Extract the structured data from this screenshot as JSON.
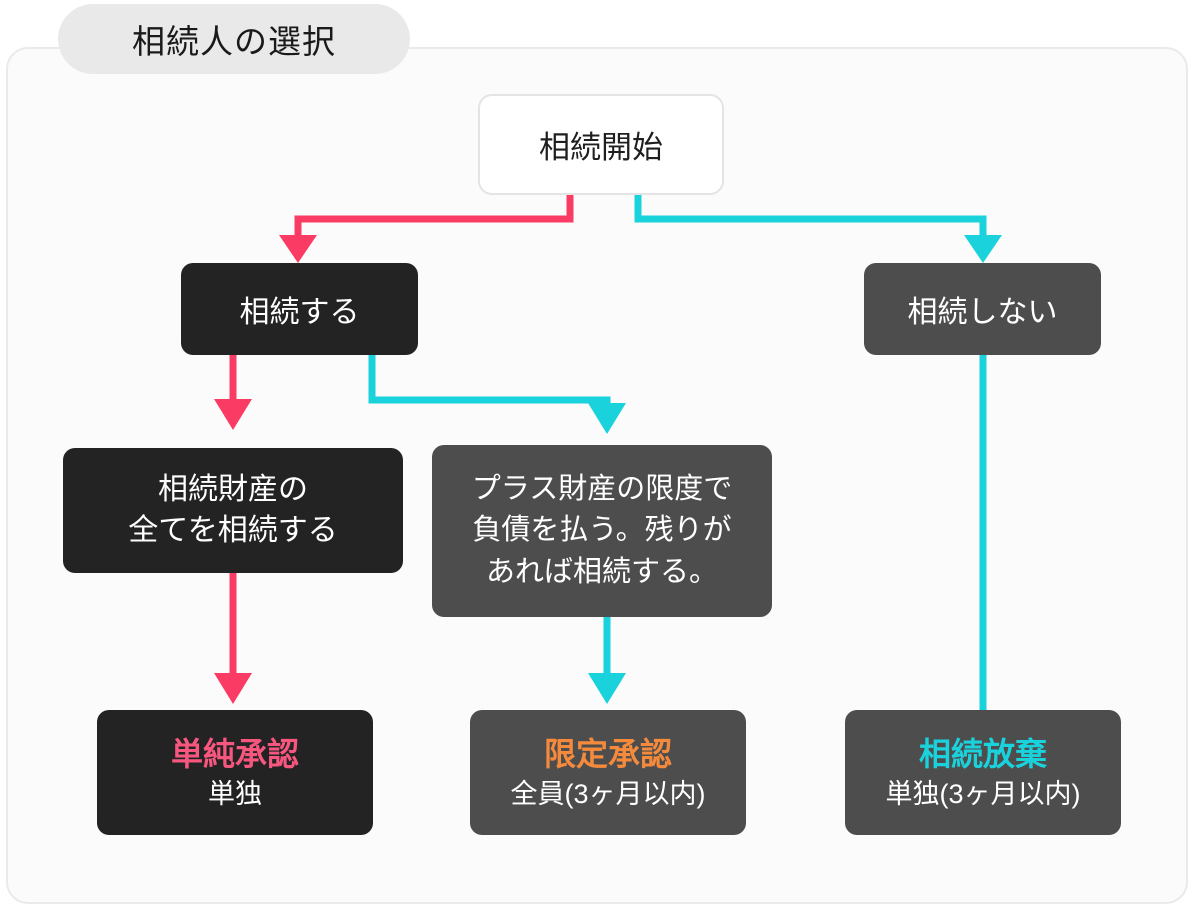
{
  "title": "相続人の選択",
  "colors": {
    "pink_line": "#fa3c64",
    "cyan_line": "#19d2dc",
    "pink_text": "#f7567f",
    "orange_text": "#f58a3c",
    "cyan_text": "#19d2dc",
    "dark_box": "#232323",
    "gray_box": "#4d4d4d",
    "frame_border": "#eaeaea",
    "pill_bg": "#e9e9e9"
  },
  "chart_data": {
    "type": "diagram",
    "title": "相続人の選択",
    "nodes": [
      {
        "id": "start",
        "label": "相続開始",
        "lines": [
          "相続開始"
        ],
        "style": "white",
        "row": 1
      },
      {
        "id": "accept",
        "label": "相続する",
        "lines": [
          "相続する"
        ],
        "style": "dark",
        "row": 2
      },
      {
        "id": "reject",
        "label": "相続しない",
        "lines": [
          "相続しない"
        ],
        "style": "gray",
        "row": 2
      },
      {
        "id": "all",
        "label": "相続財産の全てを相続する",
        "lines": [
          "相続財産の",
          "全てを相続する"
        ],
        "style": "dark",
        "row": 3
      },
      {
        "id": "limited",
        "label": "プラス財産の限度で負債を払う。残りがあれば相続する。",
        "lines": [
          "プラス財産の限度で",
          "負債を払う。残りが",
          "あれば相続する。"
        ],
        "style": "gray",
        "row": 3
      },
      {
        "id": "simple",
        "label": "単純承認",
        "heading": "単純承認",
        "sub": "単独",
        "style": "dark",
        "accent": "pink",
        "row": 4
      },
      {
        "id": "limacc",
        "label": "限定承認",
        "heading": "限定承認",
        "sub": "全員(3ヶ月以内)",
        "style": "gray",
        "accent": "orange",
        "row": 4
      },
      {
        "id": "renounce",
        "label": "相続放棄",
        "heading": "相続放棄",
        "sub": "単独(3ヶ月以内)",
        "style": "gray",
        "accent": "cyan",
        "row": 4
      }
    ],
    "edges": [
      {
        "from": "start",
        "to": "accept",
        "color": "#fa3c64",
        "arrow": true
      },
      {
        "from": "start",
        "to": "reject",
        "color": "#19d2dc",
        "arrow": true
      },
      {
        "from": "accept",
        "to": "all",
        "color": "#fa3c64",
        "arrow": true
      },
      {
        "from": "accept",
        "to": "limited",
        "color": "#19d2dc",
        "arrow": true
      },
      {
        "from": "all",
        "to": "simple",
        "color": "#fa3c64",
        "arrow": true
      },
      {
        "from": "limited",
        "to": "limacc",
        "color": "#19d2dc",
        "arrow": true
      },
      {
        "from": "reject",
        "to": "renounce",
        "color": "#19d2dc",
        "arrow": false
      }
    ]
  },
  "nodes": {
    "start": {
      "line1": "相続開始"
    },
    "accept": {
      "line1": "相続する"
    },
    "reject": {
      "line1": "相続しない"
    },
    "all": {
      "line1": "相続財産の",
      "line2": "全てを相続する"
    },
    "limited": {
      "line1": "プラス財産の限度で",
      "line2": "負債を払う。残りが",
      "line3": "あれば相続する。"
    },
    "simple": {
      "heading": "単純承認",
      "sub": "単独"
    },
    "limacc": {
      "heading": "限定承認",
      "sub": "全員(3ヶ月以内)"
    },
    "renounce": {
      "heading": "相続放棄",
      "sub": "単独(3ヶ月以内)"
    }
  }
}
